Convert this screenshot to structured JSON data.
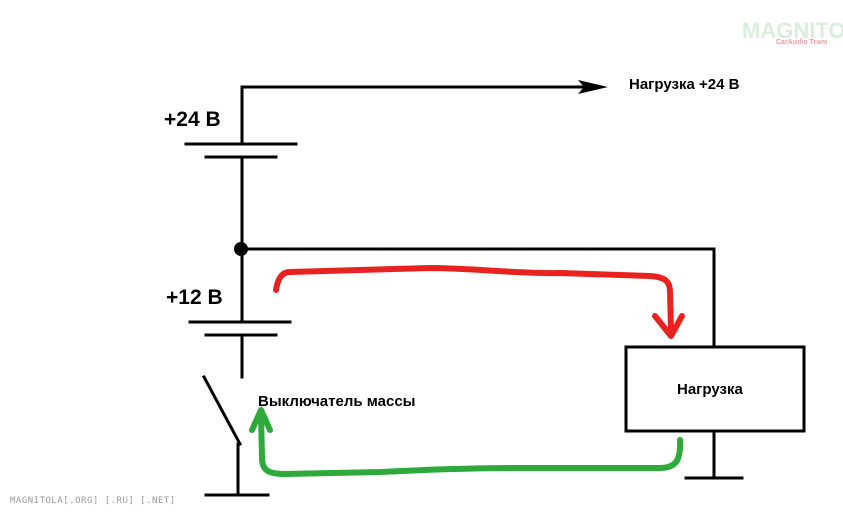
{
  "labels": {
    "v24": "+24 В",
    "v12": "+12 В",
    "load24": "Нагрузка +24 В",
    "mass_switch": "Выключатель массы",
    "load_box": "Нагрузка"
  },
  "watermark": {
    "logo_text": "MAGNITOLA",
    "logo_sub": "CarAudio Team",
    "bottom_text": "MAGNITOLA[.ORG] [.RU] [.NET]"
  },
  "colors": {
    "wire": "#000000",
    "current_forward": "#e8231f",
    "current_return": "#2eaa3a"
  }
}
